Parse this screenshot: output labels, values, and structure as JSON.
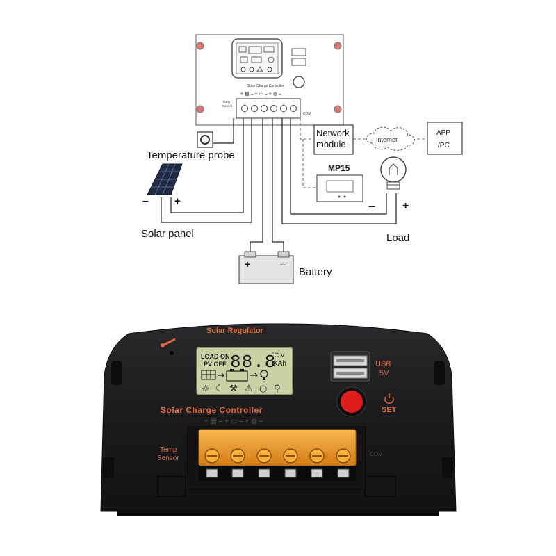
{
  "diagram": {
    "labels": {
      "temperature_probe": "Temperature probe",
      "solar_panel": "Solar panel",
      "battery": "Battery",
      "load": "Load",
      "network_module_line1": "Network",
      "network_module_line2": "module",
      "internet": "Internet",
      "app_line1": "APP",
      "app_line2": "/PC",
      "mp15": "MP15",
      "minus": "–",
      "plus": "+",
      "com": "COM",
      "temp_sensor_line1": "Temp",
      "temp_sensor_line2": "Sensor",
      "controller_caption": "Solar Charge Controller"
    }
  },
  "device": {
    "top_label": "Solar Regulator",
    "front_label": "Solar Charge Controller",
    "lcd": {
      "load_on": "LOAD ON",
      "pv_off": "PV OFF",
      "digits": "88.8",
      "unit_top": "°C V",
      "unit_bottom": "KAh"
    },
    "usb_line1": "USB",
    "usb_line2": "5V",
    "set_label": "SET",
    "temp_sensor_line1": "Temp",
    "temp_sensor_line2": "Sensor",
    "com_label": "COM"
  },
  "colors": {
    "housing": "#1b1b1d",
    "accent_text": "#e06a3a",
    "terminal": "#f39a2b",
    "lcd": "#c9d1a4",
    "button": "#e01b1b",
    "battery_body": "#e4e4e4",
    "panel_cells": "#1f2a44"
  }
}
